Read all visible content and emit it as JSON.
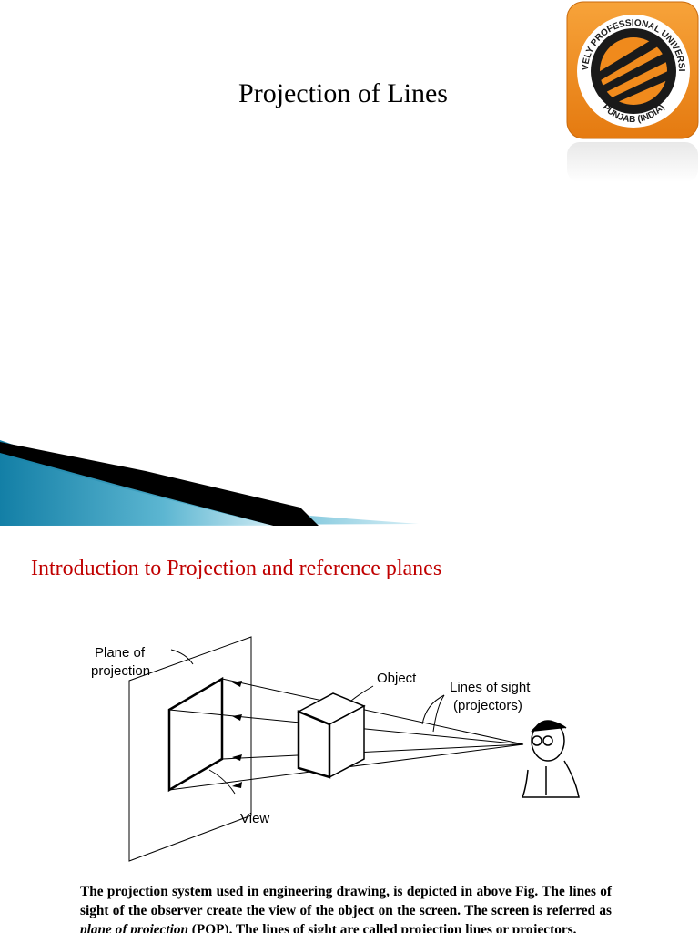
{
  "slide1": {
    "title": "Projection of Lines",
    "logo": {
      "text_top": "LOVELY PROFESSIONAL UNIVERSITY",
      "text_bottom": "PUNJAB (INDIA)",
      "colors": {
        "orange": "#f08a1c",
        "dark": "#1a1a1a"
      }
    },
    "accent_colors": {
      "teal": "#1a8fb5",
      "light_teal": "#9fd6e6",
      "black": "#000000"
    }
  },
  "slide2": {
    "title": "Introduction to Projection and reference planes",
    "title_color": "#c00000",
    "figure": {
      "labels": {
        "plane": [
          "Plane of",
          "projection"
        ],
        "object": "Object",
        "lines_of_sight": [
          "Lines of sight",
          "(projectors)"
        ],
        "view": "View"
      }
    },
    "paragraph": {
      "part1": "The projection system used in engineering drawing, is depicted in above Fig. The lines of sight of the observer create the view of the object on the screen. The screen is referred as ",
      "em": "plane of projection",
      "part2": " (POP). The lines of sight are called projection lines or projectors."
    }
  }
}
